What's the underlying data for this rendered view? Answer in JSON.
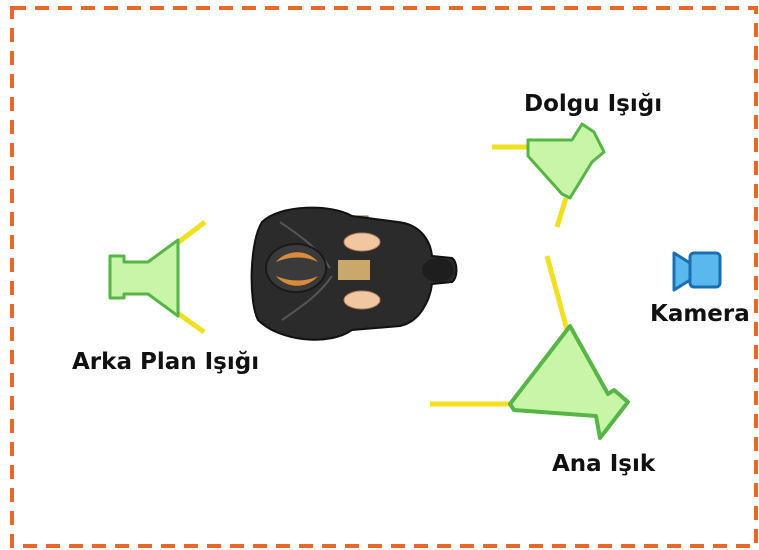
{
  "diagram": {
    "labels": {
      "fill_light": "Dolgu Işığı",
      "back_light": "Arka Plan Işığı",
      "key_light": "Ana Işık",
      "camera": "Kamera"
    },
    "colors": {
      "border": "#e8672a",
      "light_fill": "#c8f5a8",
      "light_stroke": "#55b545",
      "beam": "#f0e020",
      "camera_fill": "#5bb8ee",
      "camera_stroke": "#1a6fb0",
      "subject": "#2b2b2b"
    },
    "icons": {
      "light": "studio-light-icon",
      "camera": "camera-icon",
      "subject": "person-top-view-icon"
    }
  }
}
